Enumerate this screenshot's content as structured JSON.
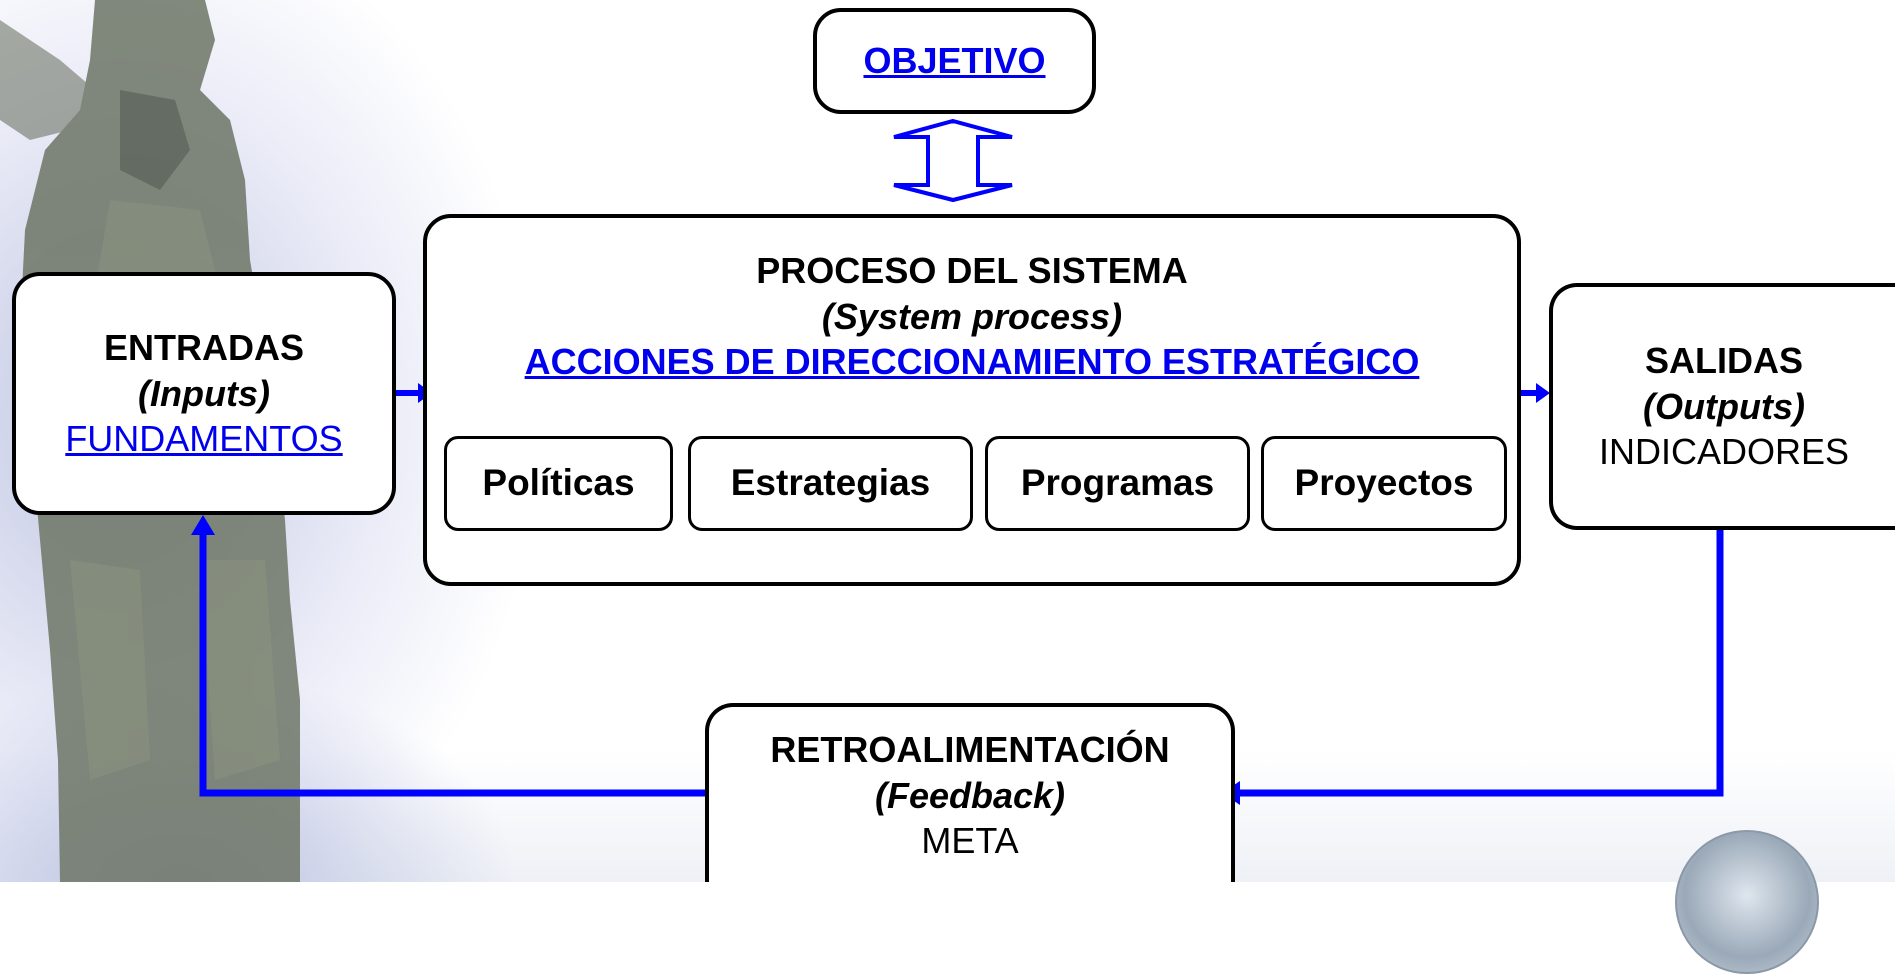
{
  "objetivo": {
    "label": "OBJETIVO"
  },
  "entradas": {
    "title": "ENTRADAS",
    "subtitle": "(Inputs)",
    "link": "FUNDAMENTOS"
  },
  "proceso": {
    "title": "PROCESO DEL SISTEMA",
    "subtitle": "(System process)",
    "link": "ACCIONES DE DIRECCIONAMIENTO ESTRATÉGICO",
    "items": [
      {
        "label": "Políticas"
      },
      {
        "label": "Estrategias"
      },
      {
        "label": "Programas"
      },
      {
        "label": "Proyectos"
      }
    ]
  },
  "salidas": {
    "title": "SALIDAS",
    "subtitle": "(Outputs)",
    "text": "INDICADORES"
  },
  "retro": {
    "title": "RETROALIMENTACIÓN",
    "subtitle": "(Feedback)",
    "text": "META"
  },
  "colors": {
    "arrow": "#0000ff",
    "link": "#0000ee",
    "border": "#000000"
  }
}
